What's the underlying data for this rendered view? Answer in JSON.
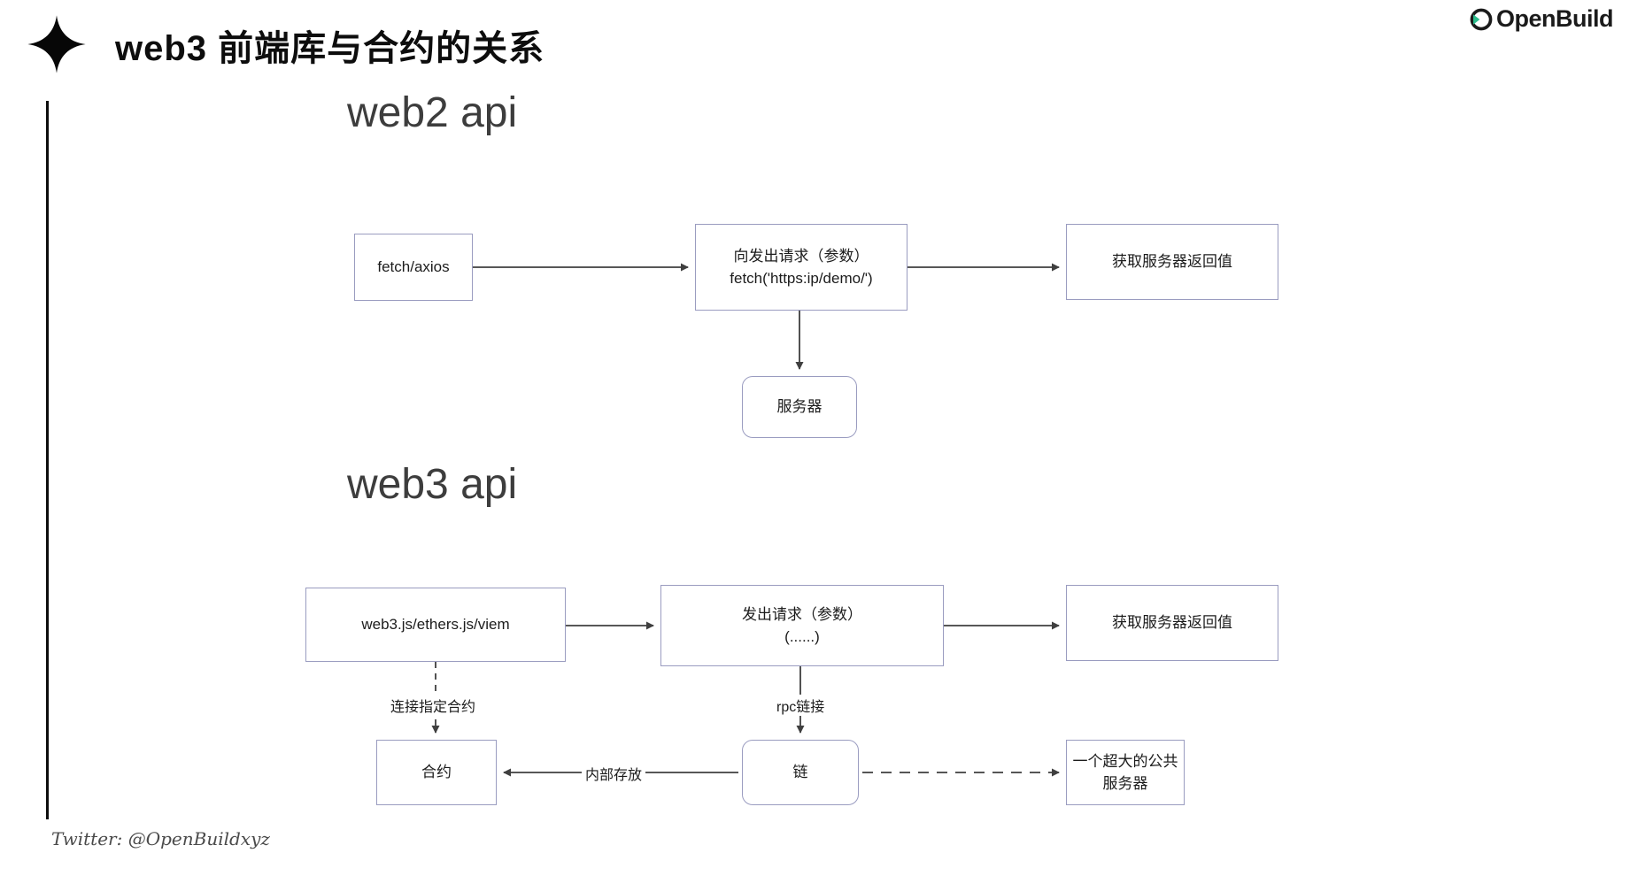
{
  "header": {
    "title": "web3 前端库与合约的关系",
    "star_icon": "sparkle-icon",
    "brand": {
      "name": "OpenBuild",
      "mark_color": "#2bbd8c",
      "text_color": "#1b1b1b"
    }
  },
  "sections": [
    {
      "id": "web2",
      "heading": "web2 api"
    },
    {
      "id": "web3",
      "heading": "web3 api"
    }
  ],
  "diagram": {
    "web2": {
      "nodes": [
        {
          "id": "fetch-axios",
          "lines": [
            "fetch/axios"
          ],
          "shape": "rect"
        },
        {
          "id": "send-request",
          "lines": [
            "向发出请求（参数）",
            "fetch('https:ip/demo/')"
          ],
          "shape": "rect"
        },
        {
          "id": "server-return",
          "lines": [
            "获取服务器返回值"
          ],
          "shape": "rect"
        },
        {
          "id": "server",
          "lines": [
            "服务器"
          ],
          "shape": "rounded"
        }
      ],
      "edges": [
        {
          "from": "fetch-axios",
          "to": "send-request",
          "style": "solid",
          "label": ""
        },
        {
          "from": "send-request",
          "to": "server-return",
          "style": "solid",
          "label": ""
        },
        {
          "from": "send-request",
          "to": "server",
          "style": "solid",
          "label": ""
        }
      ]
    },
    "web3": {
      "nodes": [
        {
          "id": "web3-libs",
          "lines": [
            "web3.js/ethers.js/viem"
          ],
          "shape": "rect"
        },
        {
          "id": "web3-send",
          "lines": [
            "发出请求（参数）",
            "(......)"
          ],
          "shape": "rect"
        },
        {
          "id": "web3-return",
          "lines": [
            "获取服务器返回值"
          ],
          "shape": "rect"
        },
        {
          "id": "contract",
          "lines": [
            "合约"
          ],
          "shape": "rect"
        },
        {
          "id": "chain",
          "lines": [
            "链"
          ],
          "shape": "rounded"
        },
        {
          "id": "public-server",
          "lines": [
            "一个超大的公共",
            "服务器"
          ],
          "shape": "rect"
        }
      ],
      "edges": [
        {
          "from": "web3-libs",
          "to": "web3-send",
          "style": "solid",
          "label": ""
        },
        {
          "from": "web3-send",
          "to": "web3-return",
          "style": "solid",
          "label": ""
        },
        {
          "from": "web3-libs",
          "to": "contract",
          "style": "dashed",
          "label": "连接指定合约"
        },
        {
          "from": "web3-send",
          "to": "chain",
          "style": "solid",
          "label": "rpc链接"
        },
        {
          "from": "chain",
          "to": "contract",
          "style": "solid",
          "label": "内部存放"
        },
        {
          "from": "chain",
          "to": "public-server",
          "style": "dashed",
          "label": ""
        }
      ]
    },
    "edge_labels": {
      "connect_contract": "连接指定合约",
      "rpc_link": "rpc链接",
      "internal_store": "内部存放"
    },
    "colors": {
      "node_border": "#9a9cc0",
      "edge": "#3f3f3f",
      "heading": "#3d3d3d"
    }
  },
  "footer": {
    "text": "Twitter: @OpenBuildxyz"
  }
}
